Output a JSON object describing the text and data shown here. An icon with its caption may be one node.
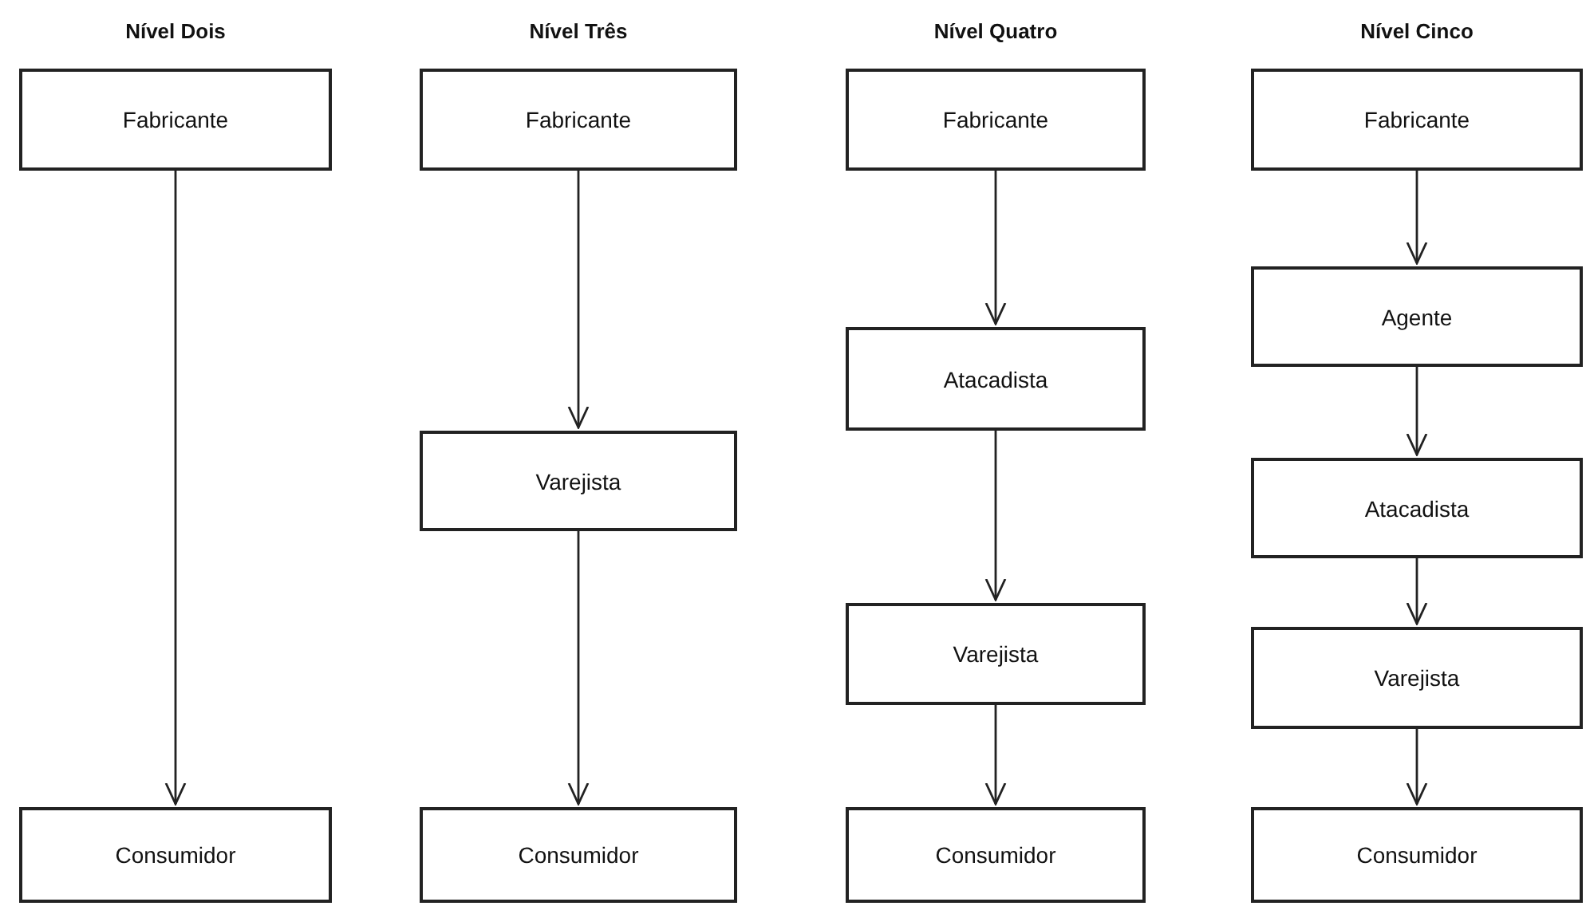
{
  "diagram": {
    "nodes": [
      {
        "text": [
          "Fabricante"
        ]
      },
      {
        "text": [
          "Consumidor"
        ]
      },
      {
        "text": [
          "Fabricante"
        ]
      },
      {
        "text": [
          "Varejista"
        ]
      },
      {
        "text": [
          "Consumidor"
        ]
      },
      {
        "text": [
          "Fabricante"
        ]
      },
      {
        "text": [
          "Atacadista"
        ]
      },
      {
        "text": [
          "Varejista"
        ]
      },
      {
        "text": [
          "Consumidor"
        ]
      },
      {
        "text": [
          "Fabricante"
        ]
      },
      {
        "text": [
          "Agente"
        ]
      },
      {
        "text": [
          "Atacadista"
        ]
      },
      {
        "text": [
          "Varejista"
        ]
      },
      {
        "text": [
          "Consumidor"
        ]
      }
    ],
    "edges": [
      {
        "from": 0,
        "to": 1,
        "arrow": "to"
      },
      {
        "from": 2,
        "to": 3,
        "arrow": "to"
      },
      {
        "from": 3,
        "to": 4,
        "arrow": "to"
      },
      {
        "from": 5,
        "to": 6,
        "arrow": "to"
      },
      {
        "from": 6,
        "to": 7,
        "arrow": "to"
      },
      {
        "from": 7,
        "to": 8,
        "arrow": "to"
      },
      {
        "from": 9,
        "to": 10,
        "arrow": "to"
      },
      {
        "from": 10,
        "to": 11,
        "arrow": "to"
      },
      {
        "from": 11,
        "to": 12,
        "arrow": "to"
      },
      {
        "from": 12,
        "to": 13,
        "arrow": "to"
      }
    ],
    "labels": [
      "Nível Dois",
      "Nível Três",
      "Nível Quatro",
      "Nível Cinco"
    ]
  }
}
